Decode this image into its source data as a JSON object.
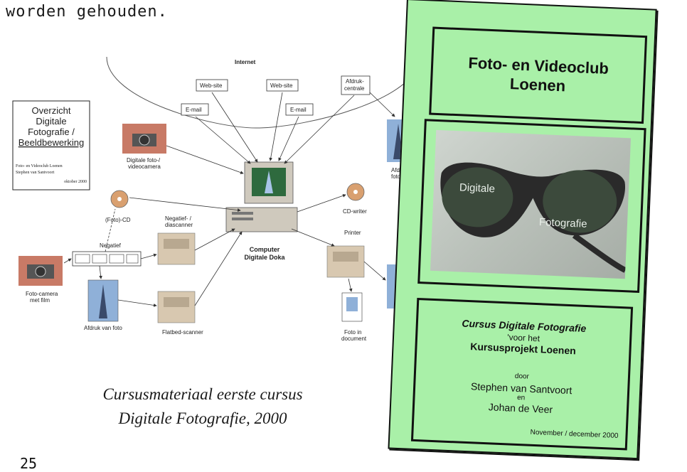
{
  "intro_text": "worden gehouden.",
  "diagram": {
    "internet": "Internet",
    "website1": "Web-site",
    "website2": "Web-site",
    "email1": "E-mail",
    "email2": "E-mail",
    "afdruk_line1": "Afdruk-",
    "afdruk_line2": "centrale",
    "overview_line1": "Overzicht",
    "overview_line2": "Digitale",
    "overview_line3": "Fotografie /",
    "overview_line4": "Beeldbewerking",
    "overview_small1": "Foto- en Videoclub Loenen",
    "overview_small2": "Stephen van Santvoort",
    "overview_date": "oktober 2000",
    "digicam_line1": "Digitale foto-/",
    "digicam_line2": "videocamera",
    "cd": "(Foto)-CD",
    "negatief": "Negatief",
    "neg_scanner_line1": "Negatief- /",
    "neg_scanner_line2": "diascanner",
    "computer_line1": "Computer",
    "computer_line2": "Digitale Doka",
    "cdwriter": "CD-writer",
    "printer": "Printer",
    "fotocamera_line1": "Foto-camera",
    "fotocamera_line2": "met film",
    "afdruk_foto": "Afdruk van foto",
    "flatbed": "Flatbed-scanner",
    "doc_line1": "Foto in",
    "doc_line2": "document",
    "afdruk_right": "Afdruk",
    "fotoo_right": "fotoo"
  },
  "caption_line1": "Cursusmateriaal eerste cursus",
  "caption_line2": "Digitale Fotografie, 2000",
  "page_number": "25",
  "booklet": {
    "title_line1": "Foto- en Videoclub",
    "title_line2": "Loenen",
    "photo_label1": "Digitale",
    "photo_label2": "Fotografie",
    "course_title": "Cursus Digitale Fotografie",
    "course_for": "'voor het",
    "course_project": "Kursusprojekt Loenen",
    "door": "door",
    "author1": "Stephen van Santvoort",
    "en": "en",
    "author2": "Johan de Veer",
    "date": "November / december 2000",
    "background_color": "#a9f0a8"
  }
}
